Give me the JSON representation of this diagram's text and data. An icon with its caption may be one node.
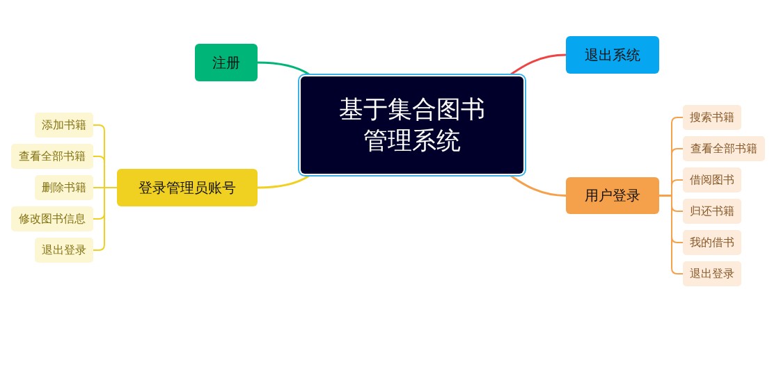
{
  "diagram": {
    "nodes": [
      {
        "text": [
          "基于集合图书管理系统"
        ]
      },
      {
        "text": [
          "注册"
        ]
      },
      {
        "text": [
          "退出系统"
        ]
      },
      {
        "text": [
          "登录管理员账号"
        ]
      },
      {
        "text": [
          "用户登录"
        ]
      },
      {
        "text": [
          "添加书籍"
        ]
      },
      {
        "text": [
          "查看全部书籍"
        ]
      },
      {
        "text": [
          "删除书籍"
        ]
      },
      {
        "text": [
          "修改图书信息"
        ]
      },
      {
        "text": [
          "退出登录"
        ]
      },
      {
        "text": [
          "搜索书籍"
        ]
      },
      {
        "text": [
          "查看全部书籍"
        ]
      },
      {
        "text": [
          "借阅图书"
        ]
      },
      {
        "text": [
          "归还书籍"
        ]
      },
      {
        "text": [
          "我的借书"
        ]
      },
      {
        "text": [
          "退出登录"
        ]
      }
    ],
    "edges": [
      {
        "from": 0,
        "to": 1,
        "arrow": "none",
        "color": "#00b578"
      },
      {
        "from": 0,
        "to": 2,
        "arrow": "none",
        "color": "#ee4444"
      },
      {
        "from": 0,
        "to": 3,
        "arrow": "none",
        "color": "#f0d121"
      },
      {
        "from": 0,
        "to": 4,
        "arrow": "none",
        "color": "#f5a04a"
      },
      {
        "from": 3,
        "to": 5,
        "arrow": "none",
        "color": "#f0d121"
      },
      {
        "from": 3,
        "to": 6,
        "arrow": "none",
        "color": "#f0d121"
      },
      {
        "from": 3,
        "to": 7,
        "arrow": "none",
        "color": "#f0d121"
      },
      {
        "from": 3,
        "to": 8,
        "arrow": "none",
        "color": "#f0d121"
      },
      {
        "from": 3,
        "to": 9,
        "arrow": "none",
        "color": "#f0d121"
      },
      {
        "from": 4,
        "to": 10,
        "arrow": "none",
        "color": "#f5a04a"
      },
      {
        "from": 4,
        "to": 11,
        "arrow": "none",
        "color": "#f5a04a"
      },
      {
        "from": 4,
        "to": 12,
        "arrow": "none",
        "color": "#f5a04a"
      },
      {
        "from": 4,
        "to": 13,
        "arrow": "none",
        "color": "#f5a04a"
      },
      {
        "from": 4,
        "to": 14,
        "arrow": "none",
        "color": "#f5a04a"
      },
      {
        "from": 4,
        "to": 15,
        "arrow": "none",
        "color": "#f5a04a"
      }
    ]
  }
}
